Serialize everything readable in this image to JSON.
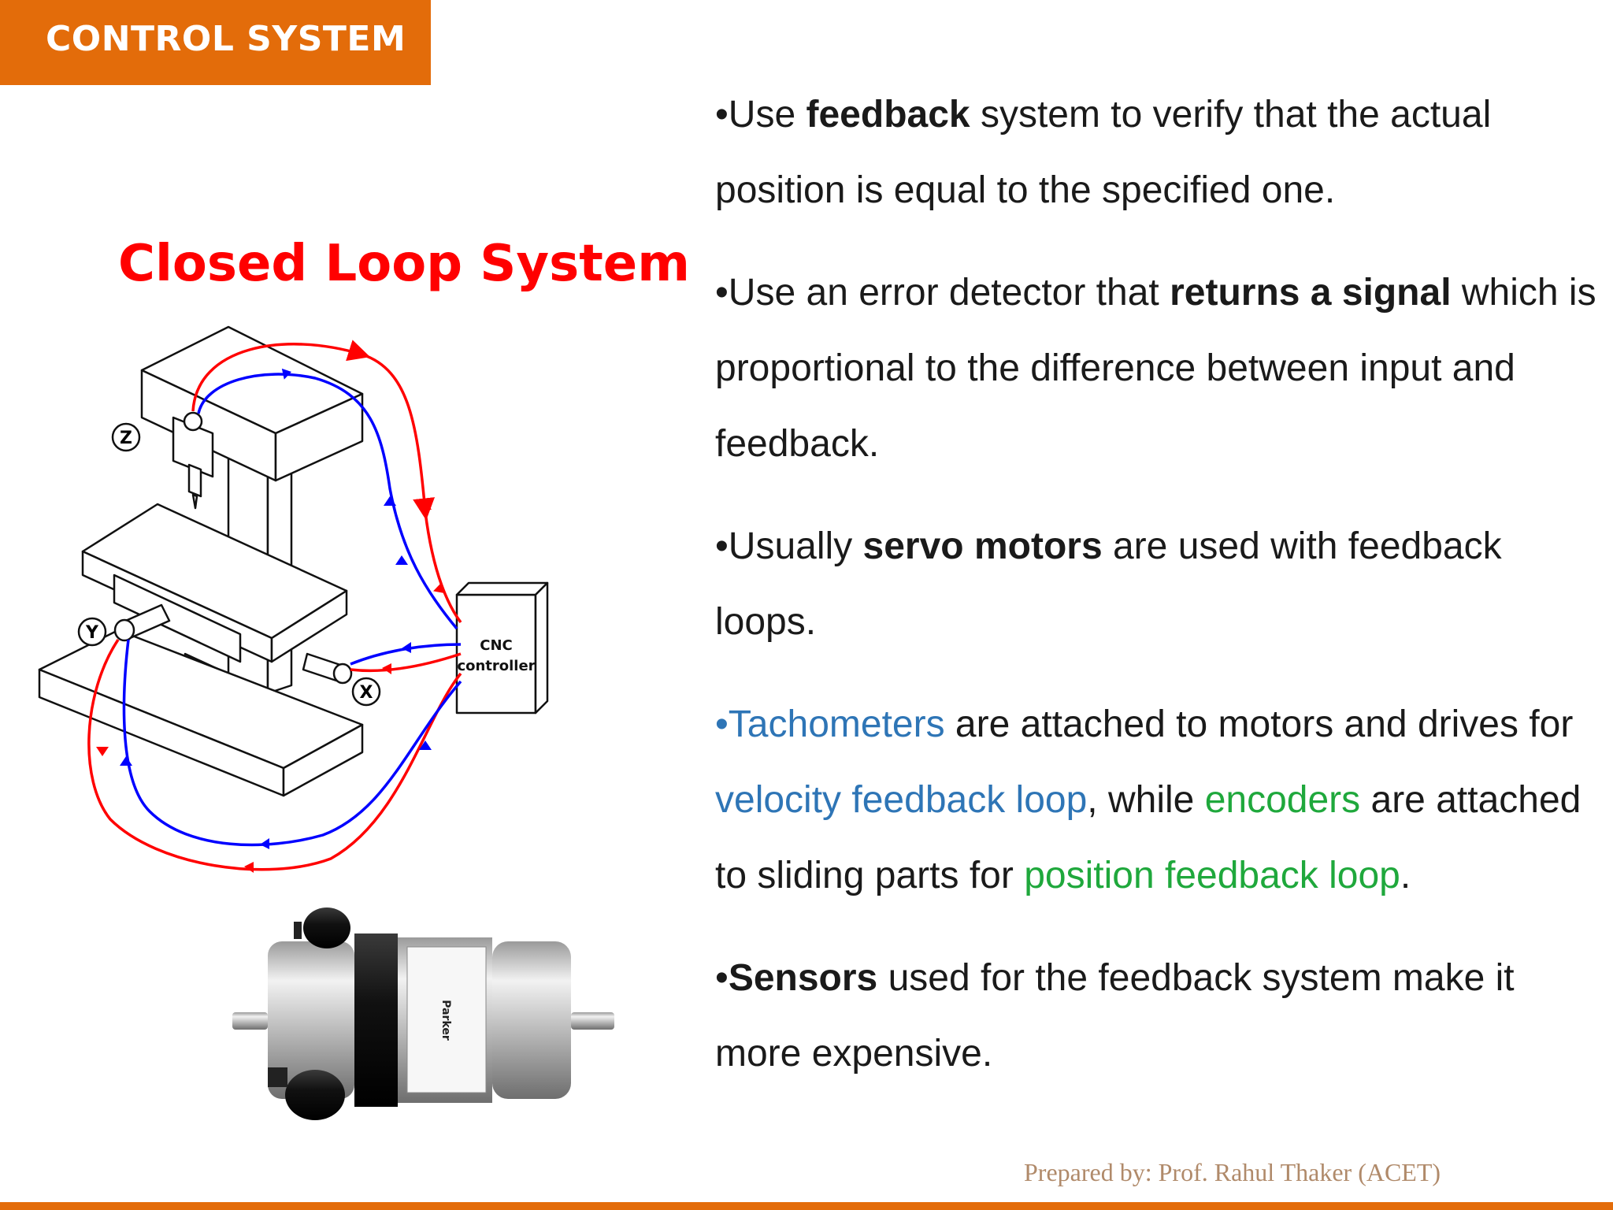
{
  "header": {
    "title": "CONTROL SYSTEM"
  },
  "diagram": {
    "title": "Closed Loop System",
    "axis_labels": {
      "z": "Z",
      "y": "Y",
      "x": "X"
    },
    "controller_label_line1": "CNC",
    "controller_label_line2": "controller",
    "feed_color": "#ff0000",
    "feedback_color": "#0000ff"
  },
  "motor_photo": {
    "label_text": "Parker"
  },
  "bullets": {
    "b1": {
      "pre": "•Use ",
      "bold": "feedback",
      "post": " system to verify that the actual position is equal to the specified one."
    },
    "b2": {
      "pre": "•Use an error detector that ",
      "bold": "returns a signal",
      "post": " which is proportional to the difference between input and feedback."
    },
    "b3": {
      "pre": "•Usually ",
      "bold": "servo motors",
      "post": " are used with feedback loops."
    },
    "b4": {
      "blue1": "•Tachometers",
      "t1": " are attached to motors and drives for ",
      "blue2": "velocity feedback loop",
      "t2": ", while ",
      "green1": "encoders",
      "t3": " are attached to sliding parts for ",
      "green2": "position feedback loop",
      "t4": "."
    },
    "b5": {
      "pre": "•",
      "bold": "Sensors",
      "post": " used for the feedback system make it more expensive."
    }
  },
  "footer": {
    "credit": "Prepared by: Prof. Rahul Thaker (ACET)"
  },
  "colors": {
    "accent": "#e36c0a",
    "title_red": "#ff0000",
    "blue_text": "#2e75b6",
    "green_text": "#1fa83c"
  }
}
